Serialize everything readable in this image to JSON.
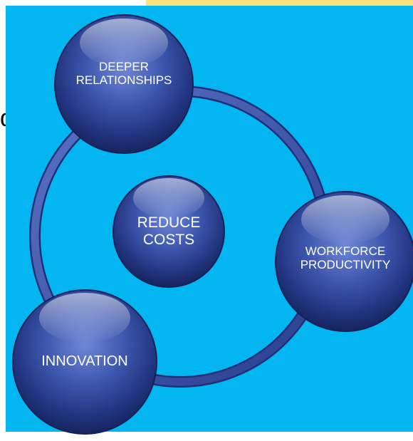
{
  "diagram": {
    "nodes": [
      {
        "id": "deeper-relationships",
        "label": "DEEPER\nRELATIONSHIPS"
      },
      {
        "id": "reduce-costs",
        "label": "REDUCE\nCOSTS"
      },
      {
        "id": "workforce-productivity",
        "label": "WORKFORCE\nPRODUCTIVITY"
      },
      {
        "id": "innovation",
        "label": "INNOVATION"
      }
    ],
    "edge_text": "d"
  },
  "colors": {
    "background": "#03b5f0",
    "sphere_dark": "#1b2a6b",
    "sphere_light": "#6f87d6",
    "ring": "#3a52a6",
    "accent_strip": "#fbe27a"
  }
}
